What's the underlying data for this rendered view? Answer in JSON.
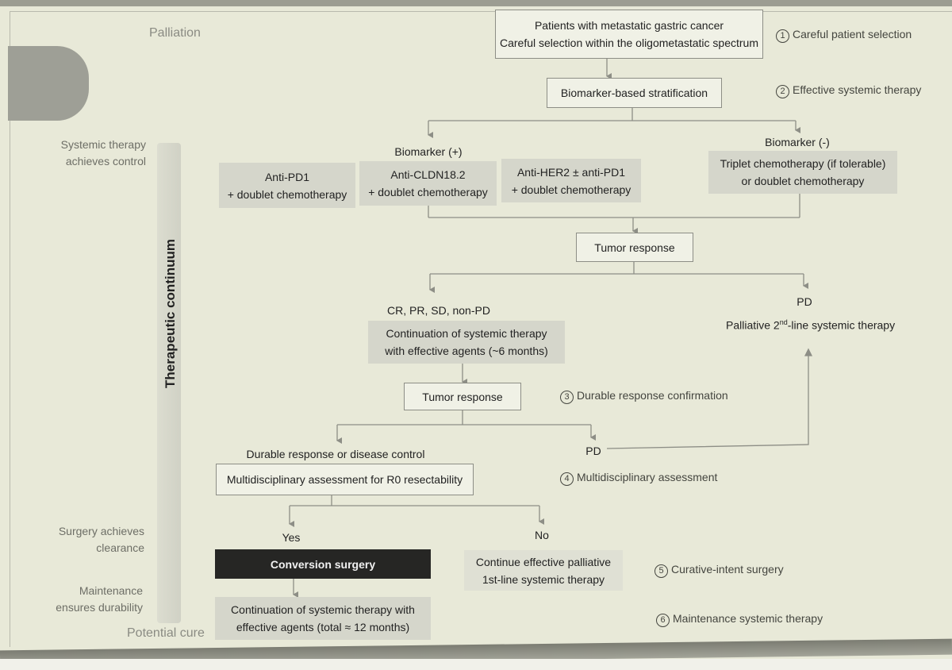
{
  "left_axis": {
    "top_label": "Palliation",
    "bottom_label": "Potential cure",
    "vertical_label": "Therapeutic continuum",
    "stages": [
      {
        "line1": "Systemic therapy",
        "line2": "achieves control"
      },
      {
        "line1": "Surgery achieves",
        "line2": "clearance"
      },
      {
        "line1": "Maintenance",
        "line2": "ensures durability"
      }
    ]
  },
  "flow": {
    "start": {
      "line1": "Patients with metastatic gastric cancer",
      "line2": "Careful selection within the oligometastatic spectrum"
    },
    "stratification": "Biomarker-based stratification",
    "biomarker_pos": "Biomarker (+)",
    "biomarker_neg": "Biomarker (-)",
    "therapies": [
      {
        "line1": "Anti-PD1",
        "line2": "+ doublet chemotherapy"
      },
      {
        "line1": "Anti-CLDN18.2",
        "line2": "+ doublet chemotherapy"
      },
      {
        "line1": "Anti-HER2 ± anti-PD1",
        "line2": "+ doublet chemotherapy"
      },
      {
        "line1": "Triplet chemotherapy (if tolerable)",
        "line2": "or doublet chemotherapy"
      }
    ],
    "tumor_response_1": "Tumor response",
    "response_label": "CR, PR, SD, non-PD",
    "pd_label_1": "PD",
    "continuation_1": {
      "line1": "Continuation of systemic therapy",
      "line2": "with effective agents (~6 months)"
    },
    "palliative_2nd": {
      "pre": "Palliative 2",
      "sup": "nd",
      "post": "-line systemic therapy"
    },
    "tumor_response_2": "Tumor response",
    "durable_label": "Durable response or disease control",
    "pd_label_2": "PD",
    "mdt": "Multidisciplinary assessment for R0 resectability",
    "yes": "Yes",
    "no": "No",
    "conversion": "Conversion surgery",
    "palliative_1st": {
      "line1": "Continue effective palliative",
      "line2": "1st-line systemic therapy"
    },
    "continuation_2": {
      "line1": "Continuation of systemic therapy with",
      "line2": "effective agents (total ≈ 12 months)"
    }
  },
  "steps": [
    {
      "num": "1",
      "text": "Careful patient selection"
    },
    {
      "num": "2",
      "text": "Effective systemic therapy"
    },
    {
      "num": "3",
      "text": "Durable response confirmation"
    },
    {
      "num": "4",
      "text": "Multidisciplinary assessment"
    },
    {
      "num": "5",
      "text": "Curative-intent surgery"
    },
    {
      "num": "6",
      "text": "Maintenance systemic therapy"
    }
  ]
}
